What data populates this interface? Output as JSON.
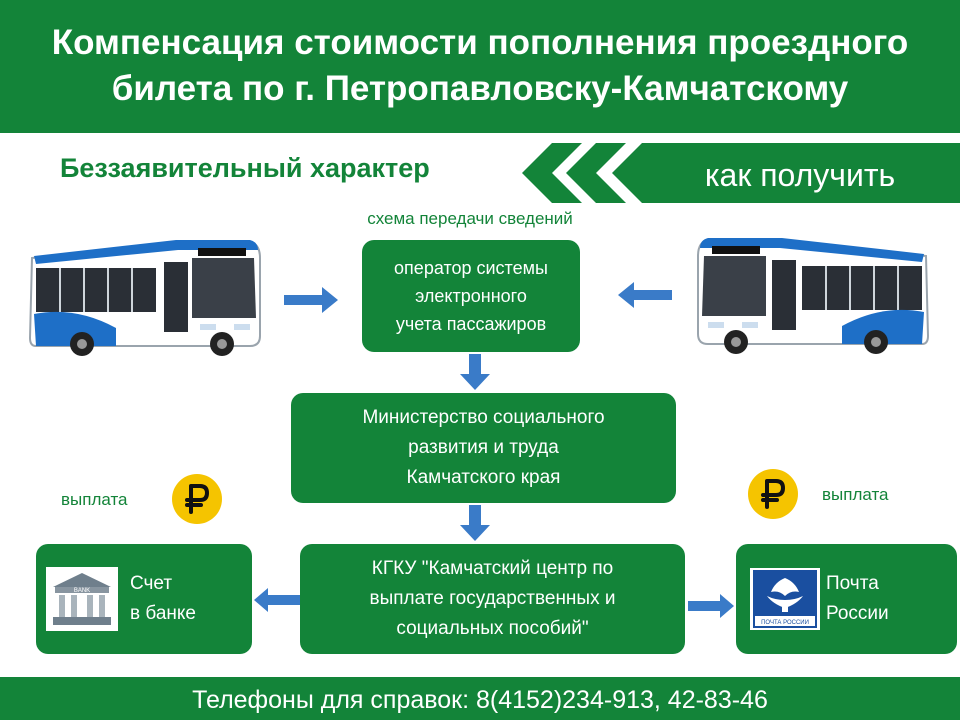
{
  "header": {
    "title_line1": "Компенсация стоимости пополнения проездного",
    "title_line2": "билета по г. Петропавловску-Камчатскому"
  },
  "subtitle": "Беззаявительный характер",
  "how_to_get": "как получить",
  "scheme_label": "схема передачи сведений",
  "operator": {
    "line1": "оператор системы",
    "line2": "электронного",
    "line3": "учета пассажиров"
  },
  "ministry": {
    "line1": "Министерство социального",
    "line2": "развития и труда",
    "line3": "Камчатского края"
  },
  "kgku": {
    "line1": "КГКУ \"Камчатский центр по",
    "line2": "выплате государственных и",
    "line3": "социальных пособий\""
  },
  "bank": {
    "line1": "Счет",
    "line2": "в банке",
    "icon_label": "BANK"
  },
  "post": {
    "line1": "Почта",
    "line2": "России",
    "icon_label": "ПОЧТА РОССИИ"
  },
  "payout_left": "выплата",
  "payout_right": "выплата",
  "footer": "Телефоны для справок: 8(4152)234-913, 42-83-46",
  "colors": {
    "brand_green": "#138439",
    "arrow_blue": "#3a7bc8",
    "ruble_yellow": "#f5c400"
  }
}
